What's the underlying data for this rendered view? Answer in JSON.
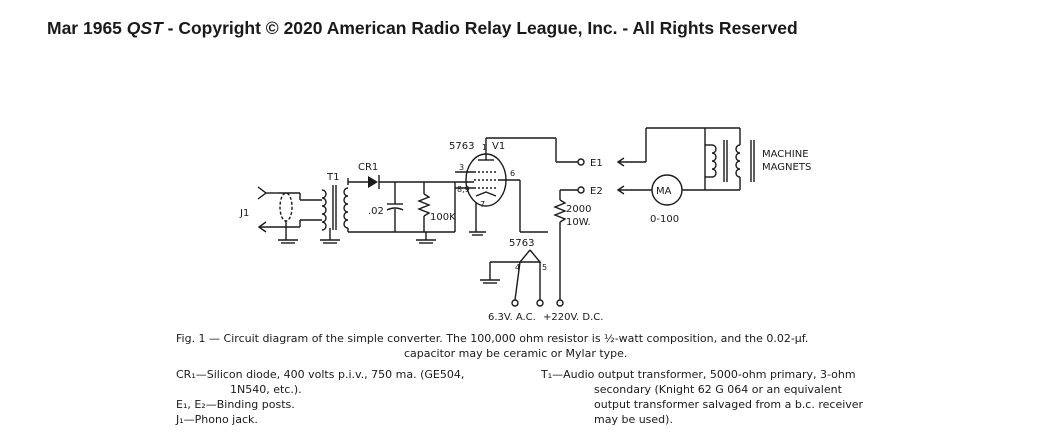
{
  "header": {
    "prefix": "Mar 1965 ",
    "magazine": "QST",
    "suffix": " - Copyright © 2020 American Radio Relay League, Inc. - All Rights Reserved"
  },
  "schematic": {
    "tube_top_label": "5763",
    "tube_ref": "V1",
    "tube_bottom_label": "5763",
    "transformer": "T1",
    "diode": "CR1",
    "jack": "J1",
    "cap_value": ".02",
    "resistor_value": "100K",
    "dropping_resistor_ohms": "2000",
    "dropping_resistor_watts": "10W.",
    "post_e1": "E1",
    "post_e2": "E2",
    "meter": "MA",
    "meter_range": "0-100",
    "magnets_line1": "MACHINE",
    "magnets_line2": "MAGNETS",
    "supply_ac": "6.3V. A.C.",
    "supply_dc": "+220V. D.C.",
    "pins": {
      "p1": "1",
      "p3": "3",
      "p6": "6",
      "p7": "7",
      "p89": "8,9",
      "p4": "4",
      "p5": "5"
    }
  },
  "caption": {
    "line1": "Fig. 1 — Circuit diagram of the simple converter. The 100,000 ohm resistor is ½-watt composition, and the 0.02-µf.",
    "line2": "capacitor may be ceramic or Mylar type.",
    "cr1": "CR₁—Silicon diode, 400 volts p.i.v., 750 ma. (GE504,",
    "cr1_cont": "1N540, etc.).",
    "e": "E₁, E₂—Binding posts.",
    "j": "J₁—Phono jack.",
    "t1": "T₁—Audio output transformer, 5000-ohm primary, 3-ohm",
    "t1_cont1": "secondary (Knight 62 G 064 or an equivalent",
    "t1_cont2": "output transformer salvaged from a b.c. receiver",
    "t1_cont3": "may be used)."
  }
}
